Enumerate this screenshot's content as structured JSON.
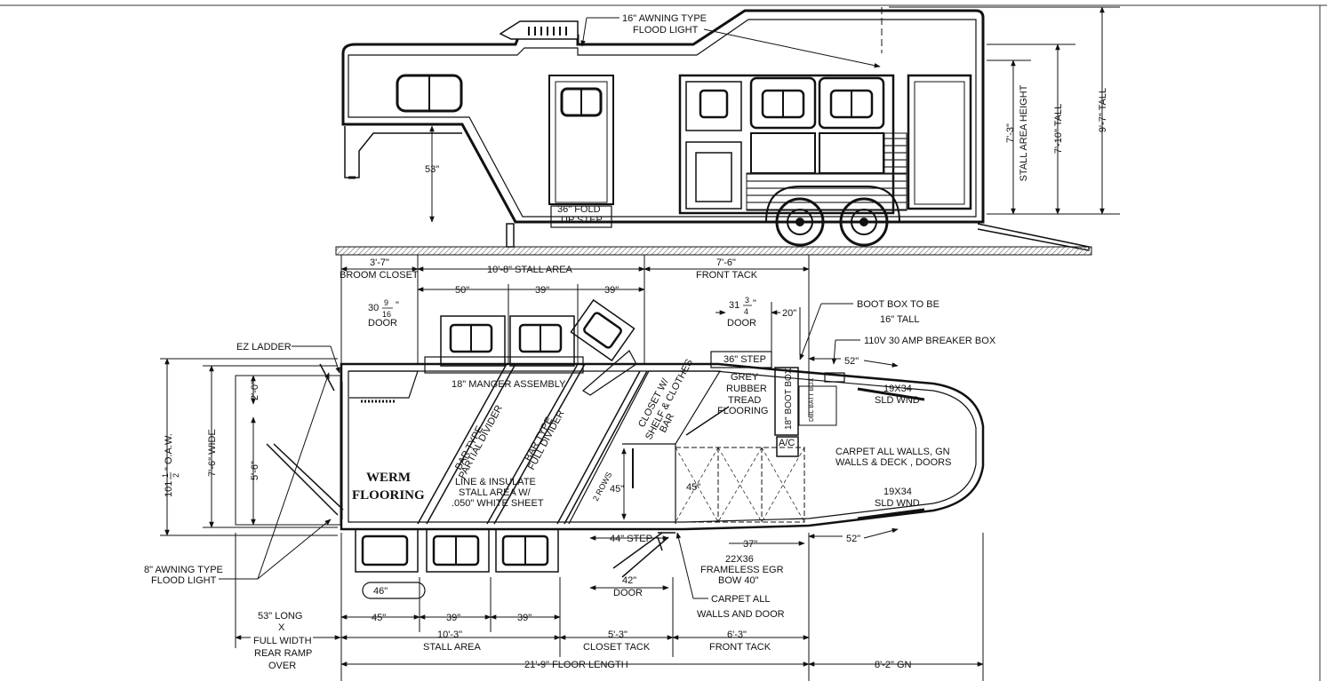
{
  "side_view": {
    "awning_flood_light": [
      "16\" AWNING TYPE",
      "FLOOD LIGHT"
    ],
    "hitch_height": "53\"",
    "fold_step": [
      "36\" FOLD",
      "UP STEP"
    ],
    "stall_area_height": [
      "7'-3\"",
      "STALL AREA HEIGHT"
    ],
    "inside_tall": "7'-10\" TALL",
    "overall_tall": "9'-7\" TALL"
  },
  "top_dims": {
    "broom_closet_size": "3'-7\"",
    "broom_closet": "BROOM CLOSET",
    "stall_area": "10'-8\" STALL AREA",
    "front_tack_size": "7'-6\"",
    "front_tack": "FRONT TACK",
    "stall_widths": [
      "50\"",
      "39\"",
      "39\""
    ],
    "rear_door": {
      "whole": "30",
      "num": "9",
      "den": "16",
      "unit": "\"",
      "label": "DOOR"
    },
    "tack_door": {
      "whole": "31",
      "num": "3",
      "den": "4",
      "unit": "\"",
      "label": "DOOR"
    },
    "tack_dim_20": "20\""
  },
  "labels": {
    "ez_ladder": "EZ LADDER",
    "boot_box": [
      "BOOT BOX TO BE",
      "16\" TALL"
    ],
    "breaker_box": "110V 30 AMP BREAKER BOX",
    "step_36": "36\" STEP",
    "step_44": "44\" STEP",
    "dim_52_top": "52\"",
    "dim_52_bottom": "52\"",
    "dim_37": "37\"",
    "manger": "18\" MANGER ASSEMBLY",
    "rubber_floor": [
      "GREY",
      "RUBBER",
      "TREAD",
      "FLOORING"
    ],
    "boot_box_side": "18\" BOOT BOX",
    "dbl_batt_box": "DBL BATT BOX",
    "ac": "A/C",
    "window_top": [
      "19X34",
      "SLD WND"
    ],
    "window_bottom": [
      "19X34",
      "SLD WND"
    ],
    "carpet_gn": [
      "CARPET ALL WALLS, GN",
      "WALLS & DECK , DOORS"
    ],
    "partial_divider": [
      "BAR TYPE",
      "PARTIAL DIVIDER"
    ],
    "full_divider": [
      "BAR TYPE",
      "FULL DIVIDER"
    ],
    "closet": [
      "CLOSET W/",
      "SHELF & CLOTHES",
      "BAR"
    ],
    "rows": "2 ROWS",
    "dim_45_closet": "45\"",
    "dim_45_tack": "45\"",
    "werm": [
      "WERM",
      "FLOORING"
    ],
    "insulate": [
      "LINE & INSULATE",
      "STALL AREA W/",
      ".050\" WHITE SHEET"
    ],
    "egress": [
      "22X36",
      "FRAMELESS EGR",
      "BOW 40\""
    ],
    "door_42": [
      "42\"",
      "DOOR"
    ],
    "carpet_walls": [
      "CARPET ALL",
      "WALLS AND DOOR"
    ],
    "rear_flood": [
      "8\" AWNING TYPE",
      "FLOOD LIGHT"
    ],
    "ramp": [
      "53\" LONG",
      "X",
      "FULL WIDTH",
      "REAR RAMP",
      "OVER"
    ],
    "dim_24": "2'-0\"",
    "dim_56": "5'-6\"",
    "wide": "7'-6\" WIDE",
    "oaw": {
      "whole": "101",
      "num": "1",
      "den": "2",
      "unit": "\" O.A.W."
    },
    "dim_46": "46\""
  },
  "bottom_dims": {
    "w45": "45\"",
    "w39a": "39\"",
    "w39b": "39\"",
    "stall_size": "10'-3\"",
    "stall_label": "STALL AREA",
    "closet_size": "5'-3\"",
    "closet_label": "CLOSET TACK",
    "tack_size": "6'-3\"",
    "tack_label": "FRONT TACK",
    "floor_length": "21'-9\" FLOOR LENGTH",
    "gn": "8'-2\" GN"
  }
}
